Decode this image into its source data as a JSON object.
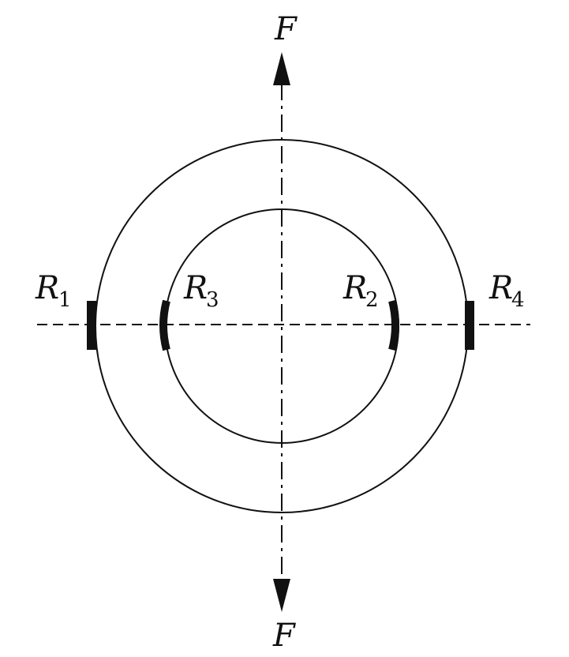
{
  "labels": {
    "force_top": "F",
    "force_bottom": "F",
    "r1": {
      "letter": "R",
      "sub": "1"
    },
    "r2": {
      "letter": "R",
      "sub": "2"
    },
    "r3": {
      "letter": "R",
      "sub": "3"
    },
    "r4": {
      "letter": "R",
      "sub": "4"
    }
  },
  "colors": {
    "stroke": "#111111",
    "background": "#ffffff"
  }
}
